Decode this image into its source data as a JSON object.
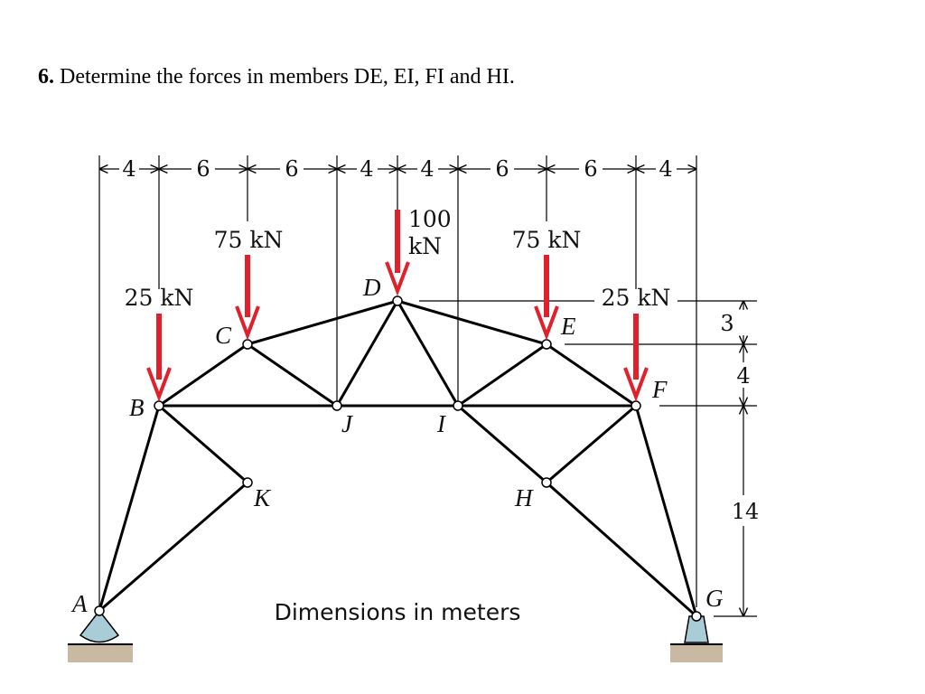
{
  "problem": {
    "number": "6.",
    "text": "Determine the forces in members DE, EI, FI and HI."
  },
  "figure": {
    "horizontal_dims": [
      "4",
      "6",
      "6",
      "4",
      "4",
      "6",
      "6",
      "4"
    ],
    "vertical_dims": [
      "3",
      "4",
      "14"
    ],
    "nodes": {
      "A": "A",
      "B": "B",
      "C": "C",
      "D": "D",
      "E": "E",
      "F": "F",
      "G": "G",
      "H": "H",
      "I": "I",
      "J": "J",
      "K": "K"
    },
    "loads": {
      "B": "25 kN",
      "C": "75 kN",
      "D_line1": "100",
      "D_line2": "kN",
      "E": "75 kN",
      "F": "25 kN"
    },
    "note": "Dimensions in meters",
    "colors": {
      "load_arrow": "#e0202a",
      "support": "#a9cdd6",
      "ground": "#c9b9a2"
    }
  }
}
